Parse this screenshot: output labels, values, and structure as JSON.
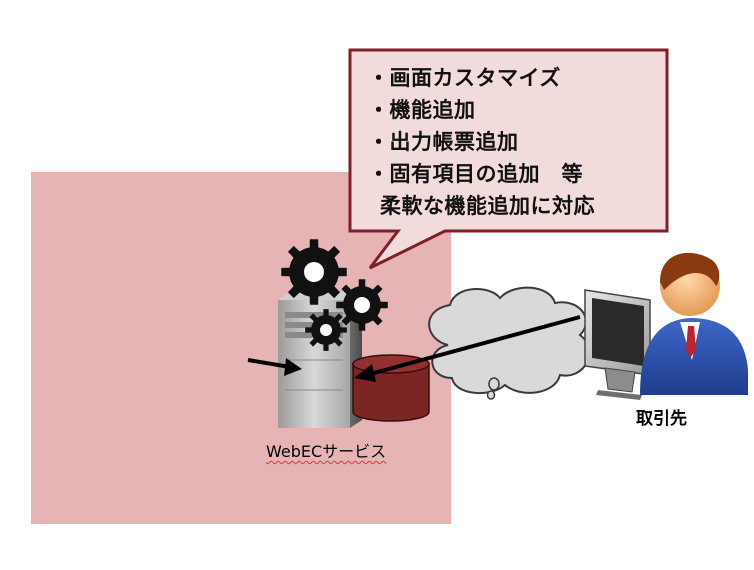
{
  "callout": {
    "items": [
      "・画面カスタマイズ",
      "・機能追加",
      "・出力帳票追加",
      "・固有項目の追加　等"
    ],
    "summary": "柔軟な機能追加に対応"
  },
  "server_label": "WebECサービス",
  "client_label": "取引先",
  "colors": {
    "region": "#e6b4b4",
    "callout_fill": "#f2dcdb",
    "callout_border": "#7f1f2a",
    "database": "#7b2525",
    "cloud": "#d9d9d9",
    "person_shirt": "#2f55b3"
  },
  "icons": [
    "gear-icon",
    "server-icon",
    "database-icon",
    "cloud-icon",
    "person-icon",
    "monitor-icon"
  ]
}
